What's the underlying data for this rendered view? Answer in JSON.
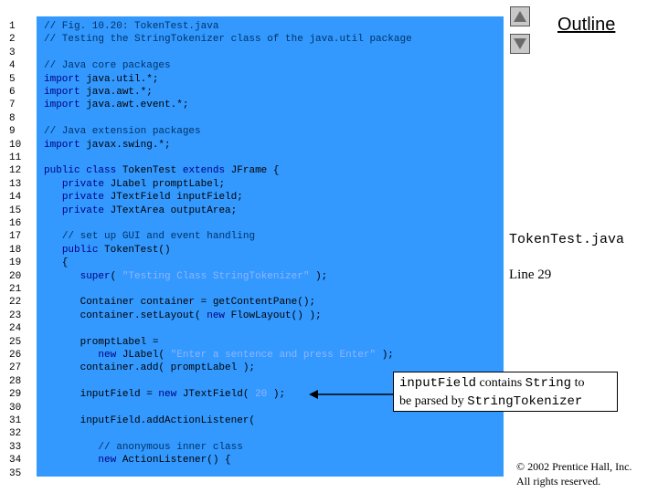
{
  "outline_label": "Outline",
  "side_file": "TokenTest.java",
  "side_line": "Line 29",
  "callout": {
    "mono1": "inputField",
    "text1": " contains ",
    "mono2": "String",
    "text2": " to",
    "text3": "be parsed by ",
    "mono3": "StringTokenizer"
  },
  "copyright": {
    "line1": "© 2002 Prentice Hall, Inc.",
    "line2": "All rights reserved."
  },
  "code": {
    "line_numbers": [
      "1",
      "2",
      "3",
      "4",
      "5",
      "6",
      "7",
      "8",
      "9",
      "10",
      "11",
      "12",
      "13",
      "14",
      "15",
      "16",
      "17",
      "18",
      "19",
      "20",
      "21",
      "22",
      "23",
      "24",
      "25",
      "26",
      "27",
      "28",
      "29",
      "30",
      "31",
      "32",
      "33",
      "34",
      "35"
    ],
    "lines": [
      [
        {
          "t": "cm",
          "s": "// Fig. 10.20: TokenTest.java"
        }
      ],
      [
        {
          "t": "cm",
          "s": "// Testing the StringTokenizer class of the java.util package"
        }
      ],
      [],
      [
        {
          "t": "cm",
          "s": "// Java core packages"
        }
      ],
      [
        {
          "t": "kw",
          "s": "import"
        },
        {
          "t": "plain",
          "s": " java.util.*;"
        }
      ],
      [
        {
          "t": "kw",
          "s": "import"
        },
        {
          "t": "plain",
          "s": " java.awt.*;"
        }
      ],
      [
        {
          "t": "kw",
          "s": "import"
        },
        {
          "t": "plain",
          "s": " java.awt.event.*;"
        }
      ],
      [],
      [
        {
          "t": "cm",
          "s": "// Java extension packages"
        }
      ],
      [
        {
          "t": "kw",
          "s": "import"
        },
        {
          "t": "plain",
          "s": " javax.swing.*;"
        }
      ],
      [],
      [
        {
          "t": "kw",
          "s": "public class"
        },
        {
          "t": "plain",
          "s": " TokenTest "
        },
        {
          "t": "kw",
          "s": "extends"
        },
        {
          "t": "plain",
          "s": " JFrame {"
        }
      ],
      [
        {
          "t": "plain",
          "s": "   "
        },
        {
          "t": "kw",
          "s": "private"
        },
        {
          "t": "plain",
          "s": " JLabel promptLabel;"
        }
      ],
      [
        {
          "t": "plain",
          "s": "   "
        },
        {
          "t": "kw",
          "s": "private"
        },
        {
          "t": "plain",
          "s": " JTextField inputField;"
        }
      ],
      [
        {
          "t": "plain",
          "s": "   "
        },
        {
          "t": "kw",
          "s": "private"
        },
        {
          "t": "plain",
          "s": " JTextArea outputArea;"
        }
      ],
      [],
      [
        {
          "t": "plain",
          "s": "   "
        },
        {
          "t": "cm",
          "s": "// set up GUI and event handling"
        }
      ],
      [
        {
          "t": "plain",
          "s": "   "
        },
        {
          "t": "kw",
          "s": "public"
        },
        {
          "t": "plain",
          "s": " TokenTest()"
        }
      ],
      [
        {
          "t": "plain",
          "s": "   {"
        }
      ],
      [
        {
          "t": "plain",
          "s": "      "
        },
        {
          "t": "kw",
          "s": "super"
        },
        {
          "t": "plain",
          "s": "( "
        },
        {
          "t": "str",
          "s": "\"Testing Class StringTokenizer\""
        },
        {
          "t": "plain",
          "s": " );"
        }
      ],
      [],
      [
        {
          "t": "plain",
          "s": "      Container container = getContentPane();"
        }
      ],
      [
        {
          "t": "plain",
          "s": "      container.setLayout( "
        },
        {
          "t": "kw",
          "s": "new"
        },
        {
          "t": "plain",
          "s": " FlowLayout() );"
        }
      ],
      [],
      [
        {
          "t": "plain",
          "s": "      promptLabel ="
        }
      ],
      [
        {
          "t": "plain",
          "s": "         "
        },
        {
          "t": "kw",
          "s": "new"
        },
        {
          "t": "plain",
          "s": " JLabel( "
        },
        {
          "t": "str",
          "s": "\"Enter a sentence and press Enter\""
        },
        {
          "t": "plain",
          "s": " );"
        }
      ],
      [
        {
          "t": "plain",
          "s": "      container.add( promptLabel );"
        }
      ],
      [],
      [
        {
          "t": "plain",
          "s": "      inputField = "
        },
        {
          "t": "kw",
          "s": "new"
        },
        {
          "t": "plain",
          "s": " JTextField( "
        },
        {
          "t": "num",
          "s": "20"
        },
        {
          "t": "plain",
          "s": " );"
        }
      ],
      [],
      [
        {
          "t": "plain",
          "s": "      inputField.addActionListener("
        }
      ],
      [],
      [
        {
          "t": "plain",
          "s": "         "
        },
        {
          "t": "cm",
          "s": "// anonymous inner class"
        }
      ],
      [
        {
          "t": "plain",
          "s": "         "
        },
        {
          "t": "kw",
          "s": "new"
        },
        {
          "t": "plain",
          "s": " ActionListener() {"
        }
      ],
      []
    ]
  }
}
